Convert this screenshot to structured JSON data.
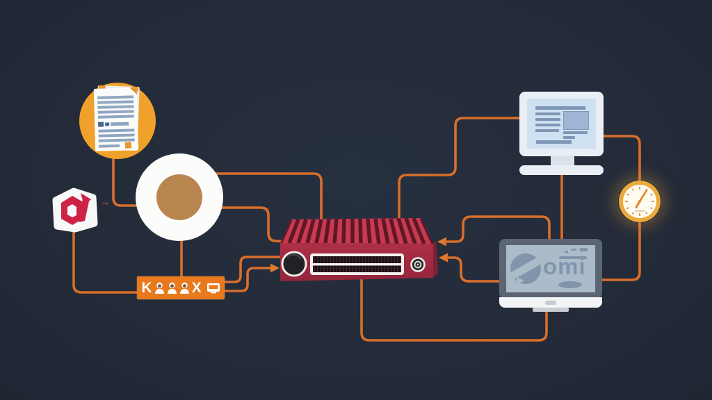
{
  "scene": {
    "background_color": "#242b39",
    "wire_color": "#d96e2b",
    "wires": [
      "document-to-disc",
      "disc-to-device-top",
      "disc-to-device-left",
      "banner-to-device-mid",
      "banner-to-device-arrow",
      "logo-to-banner",
      "disc-to-banner",
      "monitor-to-device-top",
      "device-to-tv-top",
      "device-to-tv-left",
      "monitor-to-tv",
      "monitor-to-clock",
      "clock-to-tv",
      "device-to-tv-bottom"
    ]
  },
  "badges": {
    "document": {
      "icon": "document-icon",
      "circle_color": "#efa12b",
      "page_color": "#fbfbf9",
      "line_color": "#8fa6c2"
    },
    "disc": {
      "icon": "disc-icon",
      "outer_color": "#fcfcfa",
      "inner_color": "#b9854f"
    },
    "logo": {
      "icon": "brand-monogram-icon",
      "trademark": "™",
      "glyph_color": "#ce2344",
      "plate_color": "#f7f8f8"
    },
    "banner": {
      "background": "#e8791c",
      "left_text": "K",
      "right_text": "X",
      "icons": [
        "person-icon",
        "person-icon",
        "person-icon",
        "monitor-icon"
      ]
    }
  },
  "media_device": {
    "icon": "router-icon",
    "top_color": "#c83a52",
    "front_color": "#a82c44",
    "fin_color": "#5f1727",
    "features": [
      "knob",
      "vent-grille",
      "round-port"
    ]
  },
  "desktop_monitor": {
    "icon": "desktop-monitor-icon",
    "frame_color": "#eaeff5",
    "screen_color": "#cee1f2",
    "content_color": "#7e97b6"
  },
  "clock": {
    "icon": "clock-icon",
    "rim_color": "#ecaa3c",
    "face_color": "#fffbf0",
    "hand_color": "#e08a28",
    "time_shown": "approx 1 o'clock"
  },
  "smart_tv": {
    "icon": "tv-icon",
    "frame_color": "#5c6673",
    "screen_color": "#acbbca",
    "logo_text": "omi",
    "logo_color": "#8095ab",
    "base_color": "#f2f4f6"
  }
}
